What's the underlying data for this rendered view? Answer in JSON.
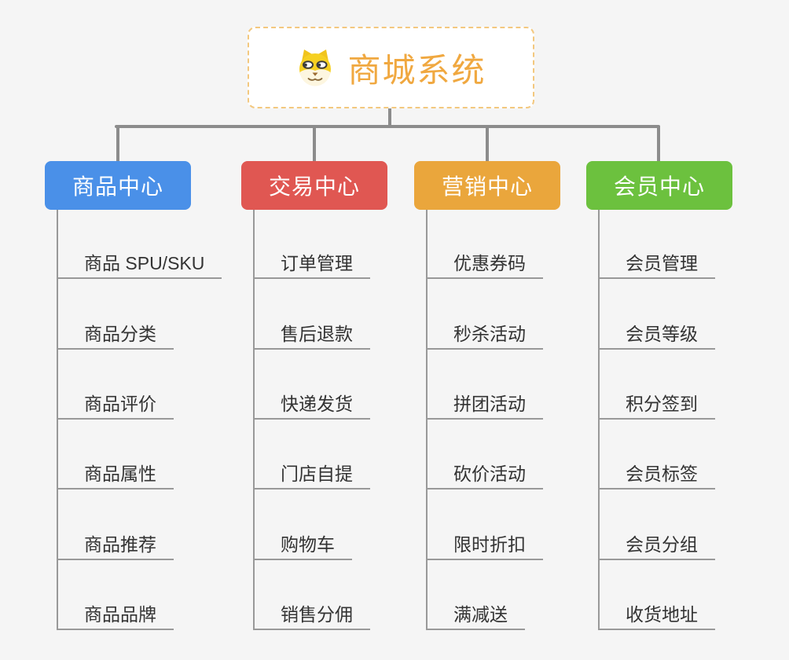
{
  "canvas": {
    "background": "#f5f5f5",
    "connector_color": "#8c8c8c",
    "branch_line_color": "#999999"
  },
  "root": {
    "title": "商城系统",
    "icon": "dog-face-icon",
    "text_color": "#f0a840",
    "border_color": "#f3c87f"
  },
  "branches": [
    {
      "label": "商品中心",
      "color": "#4a90e8",
      "items": [
        "商品 SPU/SKU",
        "商品分类",
        "商品评价",
        "商品属性",
        "商品推荐",
        "商品品牌"
      ]
    },
    {
      "label": "交易中心",
      "color": "#e05752",
      "items": [
        "订单管理",
        "售后退款",
        "快递发货",
        "门店自提",
        "购物车",
        "销售分佣"
      ]
    },
    {
      "label": "营销中心",
      "color": "#eaa63c",
      "items": [
        "优惠券码",
        "秒杀活动",
        "拼团活动",
        "砍价活动",
        "限时折扣",
        "满减送"
      ]
    },
    {
      "label": "会员中心",
      "color": "#6cc13e",
      "items": [
        "会员管理",
        "会员等级",
        "积分签到",
        "会员标签",
        "会员分组",
        "收货地址"
      ]
    }
  ]
}
